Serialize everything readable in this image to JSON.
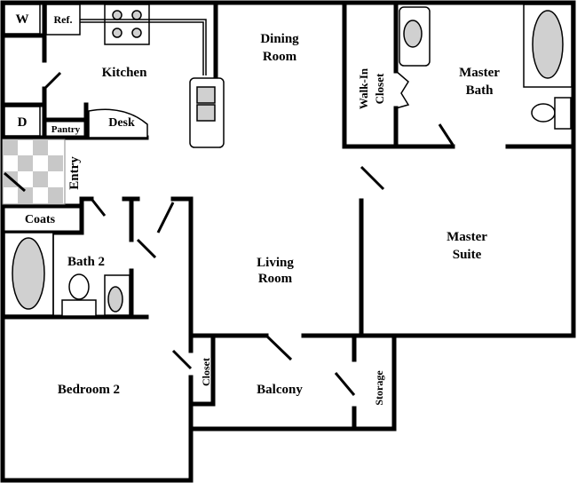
{
  "rooms": {
    "dining_l1": "Dining",
    "dining_l2": "Room",
    "kitchen": "Kitchen",
    "living_l1": "Living",
    "living_l2": "Room",
    "master_bath_l1": "Master",
    "master_bath_l2": "Bath",
    "walkin_l1": "Walk-In",
    "walkin_l2": "Closet",
    "master_suite_l1": "Master",
    "master_suite_l2": "Suite",
    "bath2": "Bath 2",
    "bedroom2": "Bedroom 2",
    "balcony": "Balcony",
    "storage": "Storage",
    "closet": "Closet",
    "entry": "Entry",
    "coats": "Coats",
    "pantry": "Pantry",
    "desk": "Desk"
  },
  "appliances": {
    "washer": "W",
    "refrigerator": "Ref.",
    "dryer": "D"
  },
  "colors": {
    "wall": "#000000",
    "fixture_fill": "#d0d0d0",
    "tile_dark": "#c8c8c8",
    "tile_light": "#ffffff"
  }
}
